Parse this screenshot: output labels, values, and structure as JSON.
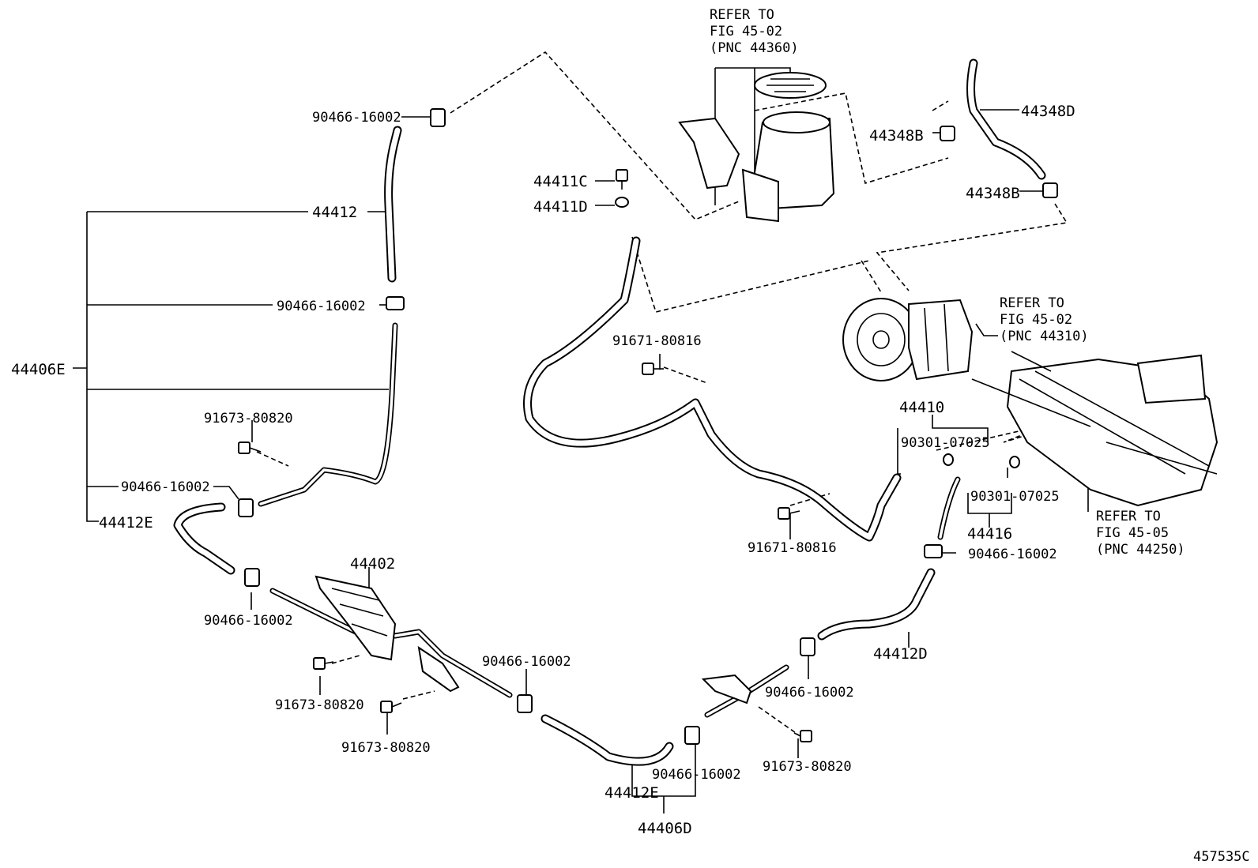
{
  "labels": {
    "refer_reservoir": [
      "REFER TO",
      "FIG 45-02",
      "(PNC 44360)"
    ],
    "refer_pump": [
      "REFER TO",
      "FIG 45-02",
      "(PNC 44310)"
    ],
    "refer_gear": [
      "REFER TO",
      "FIG 45-05",
      "(PNC 44250)"
    ],
    "clamp_top": "90466-16002",
    "hose_44412": "44412",
    "clamp_mid": "90466-16002",
    "assy_44406E": "44406E",
    "bolt_left": "91673-80820",
    "clamp_left": "90466-16002",
    "hose_44412E_left": "44412E",
    "clamp_lower_left": "90466-16002",
    "cooler_44402": "44402",
    "bolt_cooler_1": "91673-80820",
    "bolt_cooler_2": "91673-80820",
    "clamp_center": "90466-16002",
    "clamp_bottom": "90466-16002",
    "hose_44412E_bottom": "44412E",
    "assy_44406D": "44406D",
    "bolt_bottom_right": "91673-80820",
    "clamp_right": "90466-16002",
    "hose_44412D": "44412D",
    "clamp_far_right": "90466-16002",
    "tube_44416": "44416",
    "gasket_right": "90301-07025",
    "tube_44410": "44410",
    "gasket_left": "90301-07025",
    "bolt_center_top": "91671-80816",
    "bolt_center_bottom": "91671-80816",
    "bolt_44411C": "44411C",
    "gasket_44411D": "44411D",
    "clamp_44348B_top": "44348B",
    "clamp_44348B_bottom": "44348B",
    "hose_44348D": "44348D",
    "figure_number": "457535C"
  }
}
